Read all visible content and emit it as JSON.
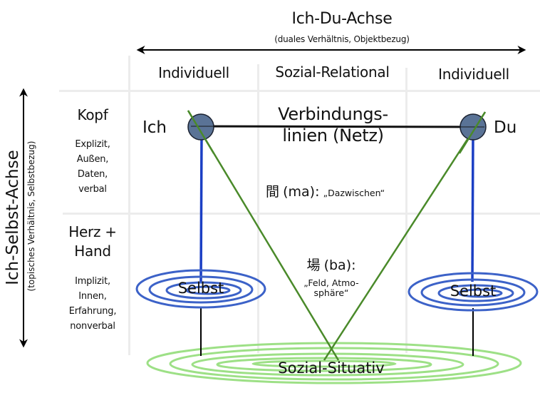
{
  "horizontal_axis": {
    "title": "Ich-Du-Achse",
    "subtitle": "(duales Verhältnis, Objektbezug)"
  },
  "vertical_axis": {
    "title": "Ich-Selbst-Achse",
    "subtitle": "(topisches Verhältnis, Selbstbezug)"
  },
  "columns": [
    {
      "label": "Individuell"
    },
    {
      "label": "Sozial-Relational"
    },
    {
      "label": "Individuell"
    }
  ],
  "rows": [
    {
      "label": "Kopf",
      "details": [
        "Explizit,",
        "Außen,",
        "Daten,",
        "verbal"
      ]
    },
    {
      "label_lines": [
        "Herz +",
        "Hand"
      ],
      "details": [
        "Implizit,",
        "Innen,",
        "Erfahrung,",
        "nonverbal"
      ]
    }
  ],
  "nodes": {
    "left": {
      "label": "Ich"
    },
    "right": {
      "label": "Du"
    }
  },
  "connection": {
    "label_lines": [
      "Verbindungs-",
      "linien (Netz)"
    ]
  },
  "ma": {
    "kanji": "間",
    "reading": "(ma):",
    "meaning": "„Dazwischen“"
  },
  "ba": {
    "kanji": "場",
    "reading": "(ba):",
    "meaning_lines": [
      "„Feld, Atmo-",
      "sphäre“"
    ]
  },
  "self_spirals": [
    {
      "label": "Selbst"
    },
    {
      "label": "Selbst"
    }
  ],
  "field_spiral": {
    "label": "Sozial-Situativ"
  },
  "colors": {
    "node_fill": "#5a7396",
    "blue_line": "#1b3fc4",
    "green_line": "#4a8a2a",
    "self_spiral": "#3c62c8",
    "field_spiral": "#93dd7a",
    "grid": "#ececec"
  }
}
